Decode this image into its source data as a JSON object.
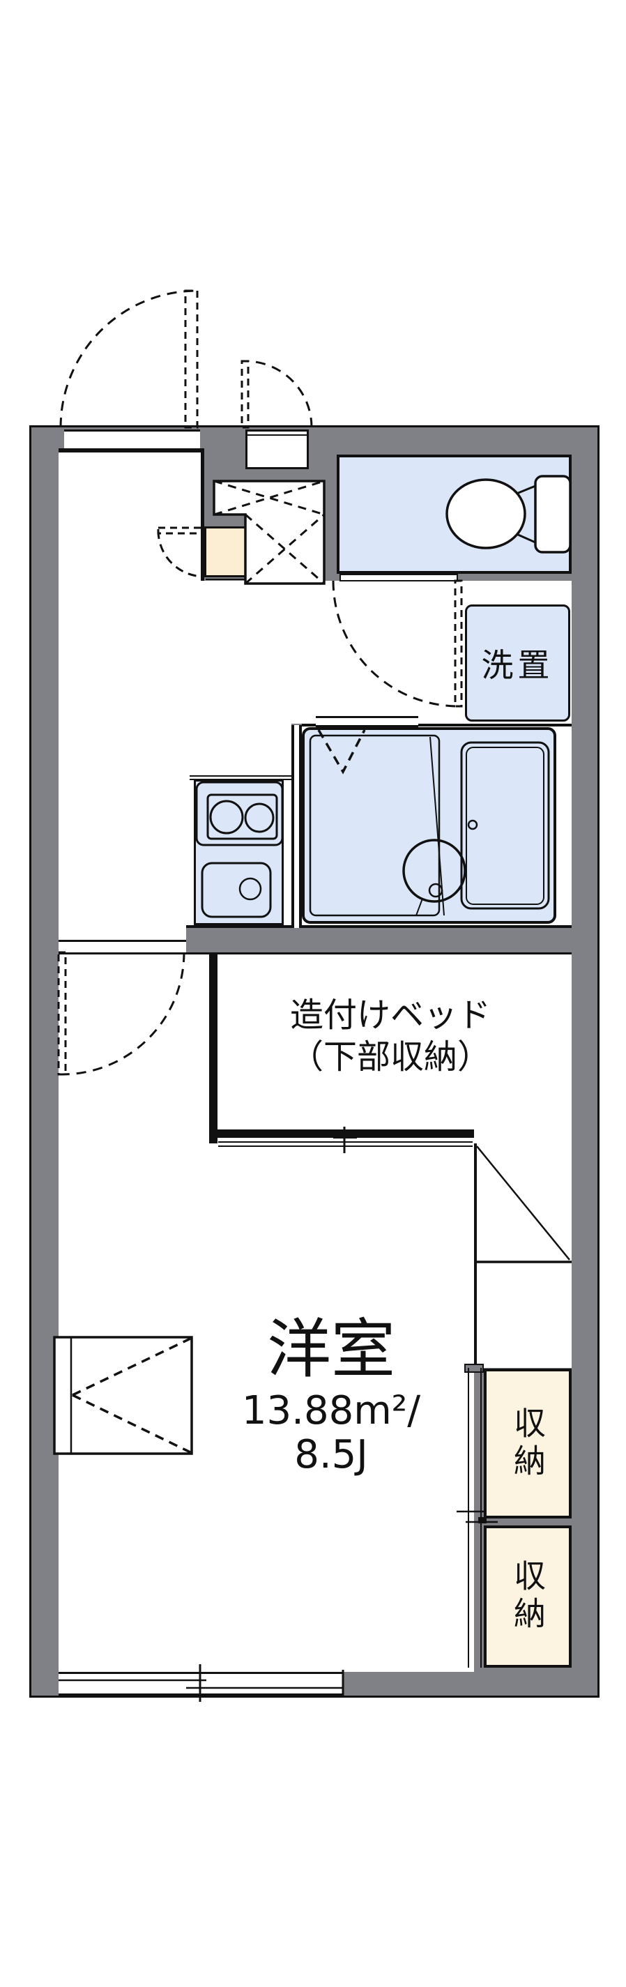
{
  "floorplan": {
    "rooms": {
      "main_room": {
        "name": "洋室",
        "area_sqm": "13.88m²/",
        "area_tatami": "8.5J"
      },
      "built_in_bed": {
        "line1": "造付けベッド",
        "line2": "（下部収納）"
      },
      "washer_space": {
        "label": "洗置"
      },
      "storage_top": {
        "label": "収納"
      },
      "storage_bottom": {
        "label": "収納"
      }
    },
    "fixtures": [
      "toilet-icon",
      "bathtub-icon",
      "washbasin-icon",
      "stove-burners-icon",
      "kitchen-sink-icon",
      "refrigerator-space-icon",
      "sliding-window-icon"
    ],
    "colors": {
      "wall_gray": "#808087",
      "wet_area_blue": "#dbe7f9",
      "storage_cream": "#fdf3e1",
      "entry_beige": "#fbeed2",
      "line_black": "#111111",
      "background": "#ffffff"
    }
  }
}
